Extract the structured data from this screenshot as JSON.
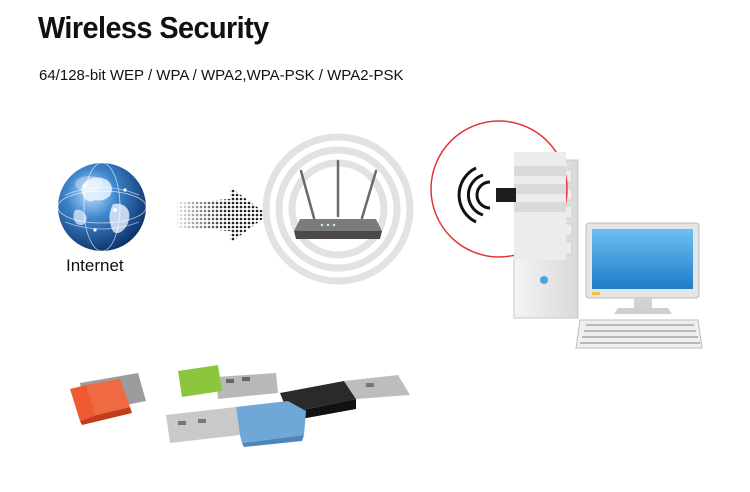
{
  "header": {
    "title": "Wireless Security",
    "subtitle": "64/128-bit WEP / WPA / WPA2,WPA-PSK / WPA2-PSK"
  },
  "diagram": {
    "internet_label": "Internet",
    "icons": [
      "globe-icon",
      "arrow-icon",
      "router-icon",
      "wifi-signal-icon",
      "desktop-computer-icon",
      "usb-adapter-icon"
    ]
  },
  "colors": {
    "highlight_circle": "#e0353a",
    "globe_blue": "#1f5fa8",
    "monitor_screen": "#2a8fd6",
    "adapter_orange": "#f05a30",
    "adapter_green": "#8cc63f",
    "adapter_black": "#1e1e1e",
    "adapter_blue": "#6fa8d6"
  }
}
